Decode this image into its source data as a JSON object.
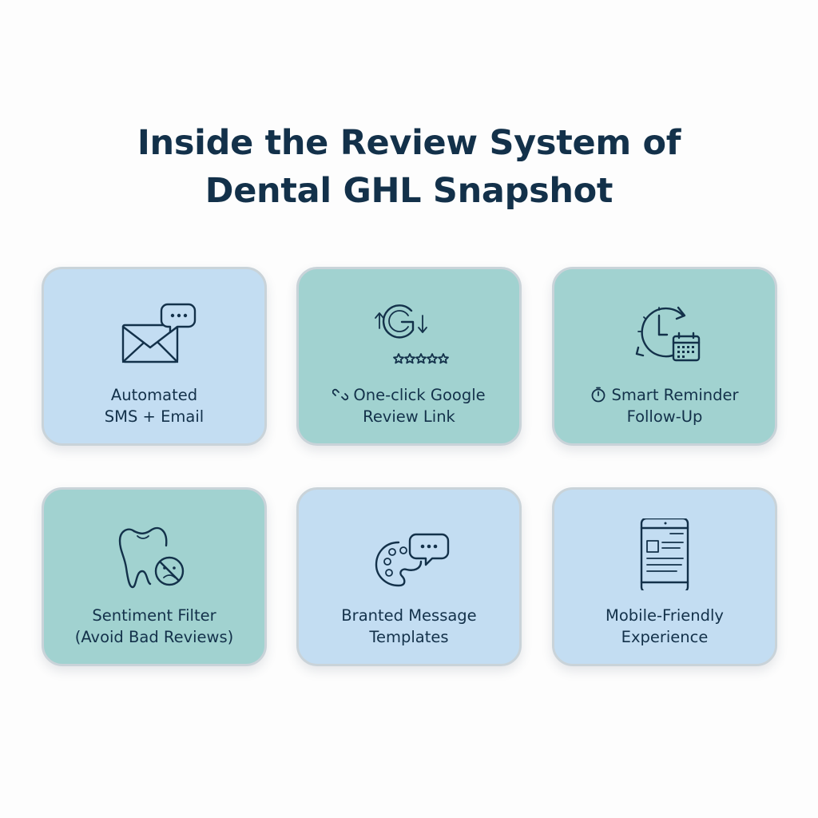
{
  "page": {
    "title_line1": "Inside the Review System of",
    "title_line2": "Dental GHL Snapshot"
  },
  "cards": [
    {
      "line1": "Automated",
      "line2": "SMS + Email",
      "icon": "envelope-chat-icon",
      "color": "#c3ddf2"
    },
    {
      "line1": "One-click Google",
      "line2": "Review Link",
      "icon": "google-stars-icon",
      "prefix_icon": "link-icon",
      "color": "#a1d2d0"
    },
    {
      "line1": "Smart Reminder",
      "line2": "Follow-Up",
      "icon": "clock-calendar-icon",
      "prefix_icon": "stopwatch-icon",
      "color": "#a1d2d0"
    },
    {
      "line1": "Sentiment Filter",
      "line2": "(Avoid Bad Reviews)",
      "icon": "tooth-sad-icon",
      "color": "#a1d2d0"
    },
    {
      "line1": "Branted Message",
      "line2": "Templates",
      "icon": "palette-chat-icon",
      "color": "#c3ddf2"
    },
    {
      "line1": "Mobile-Friendly",
      "line2": "Experience",
      "icon": "smartphone-icon",
      "color": "#c3ddf2"
    }
  ],
  "colors": {
    "text": "#13314a",
    "card_blue": "#c3ddf2",
    "card_teal": "#a1d2d0",
    "card_border": "#c9d3d9"
  }
}
